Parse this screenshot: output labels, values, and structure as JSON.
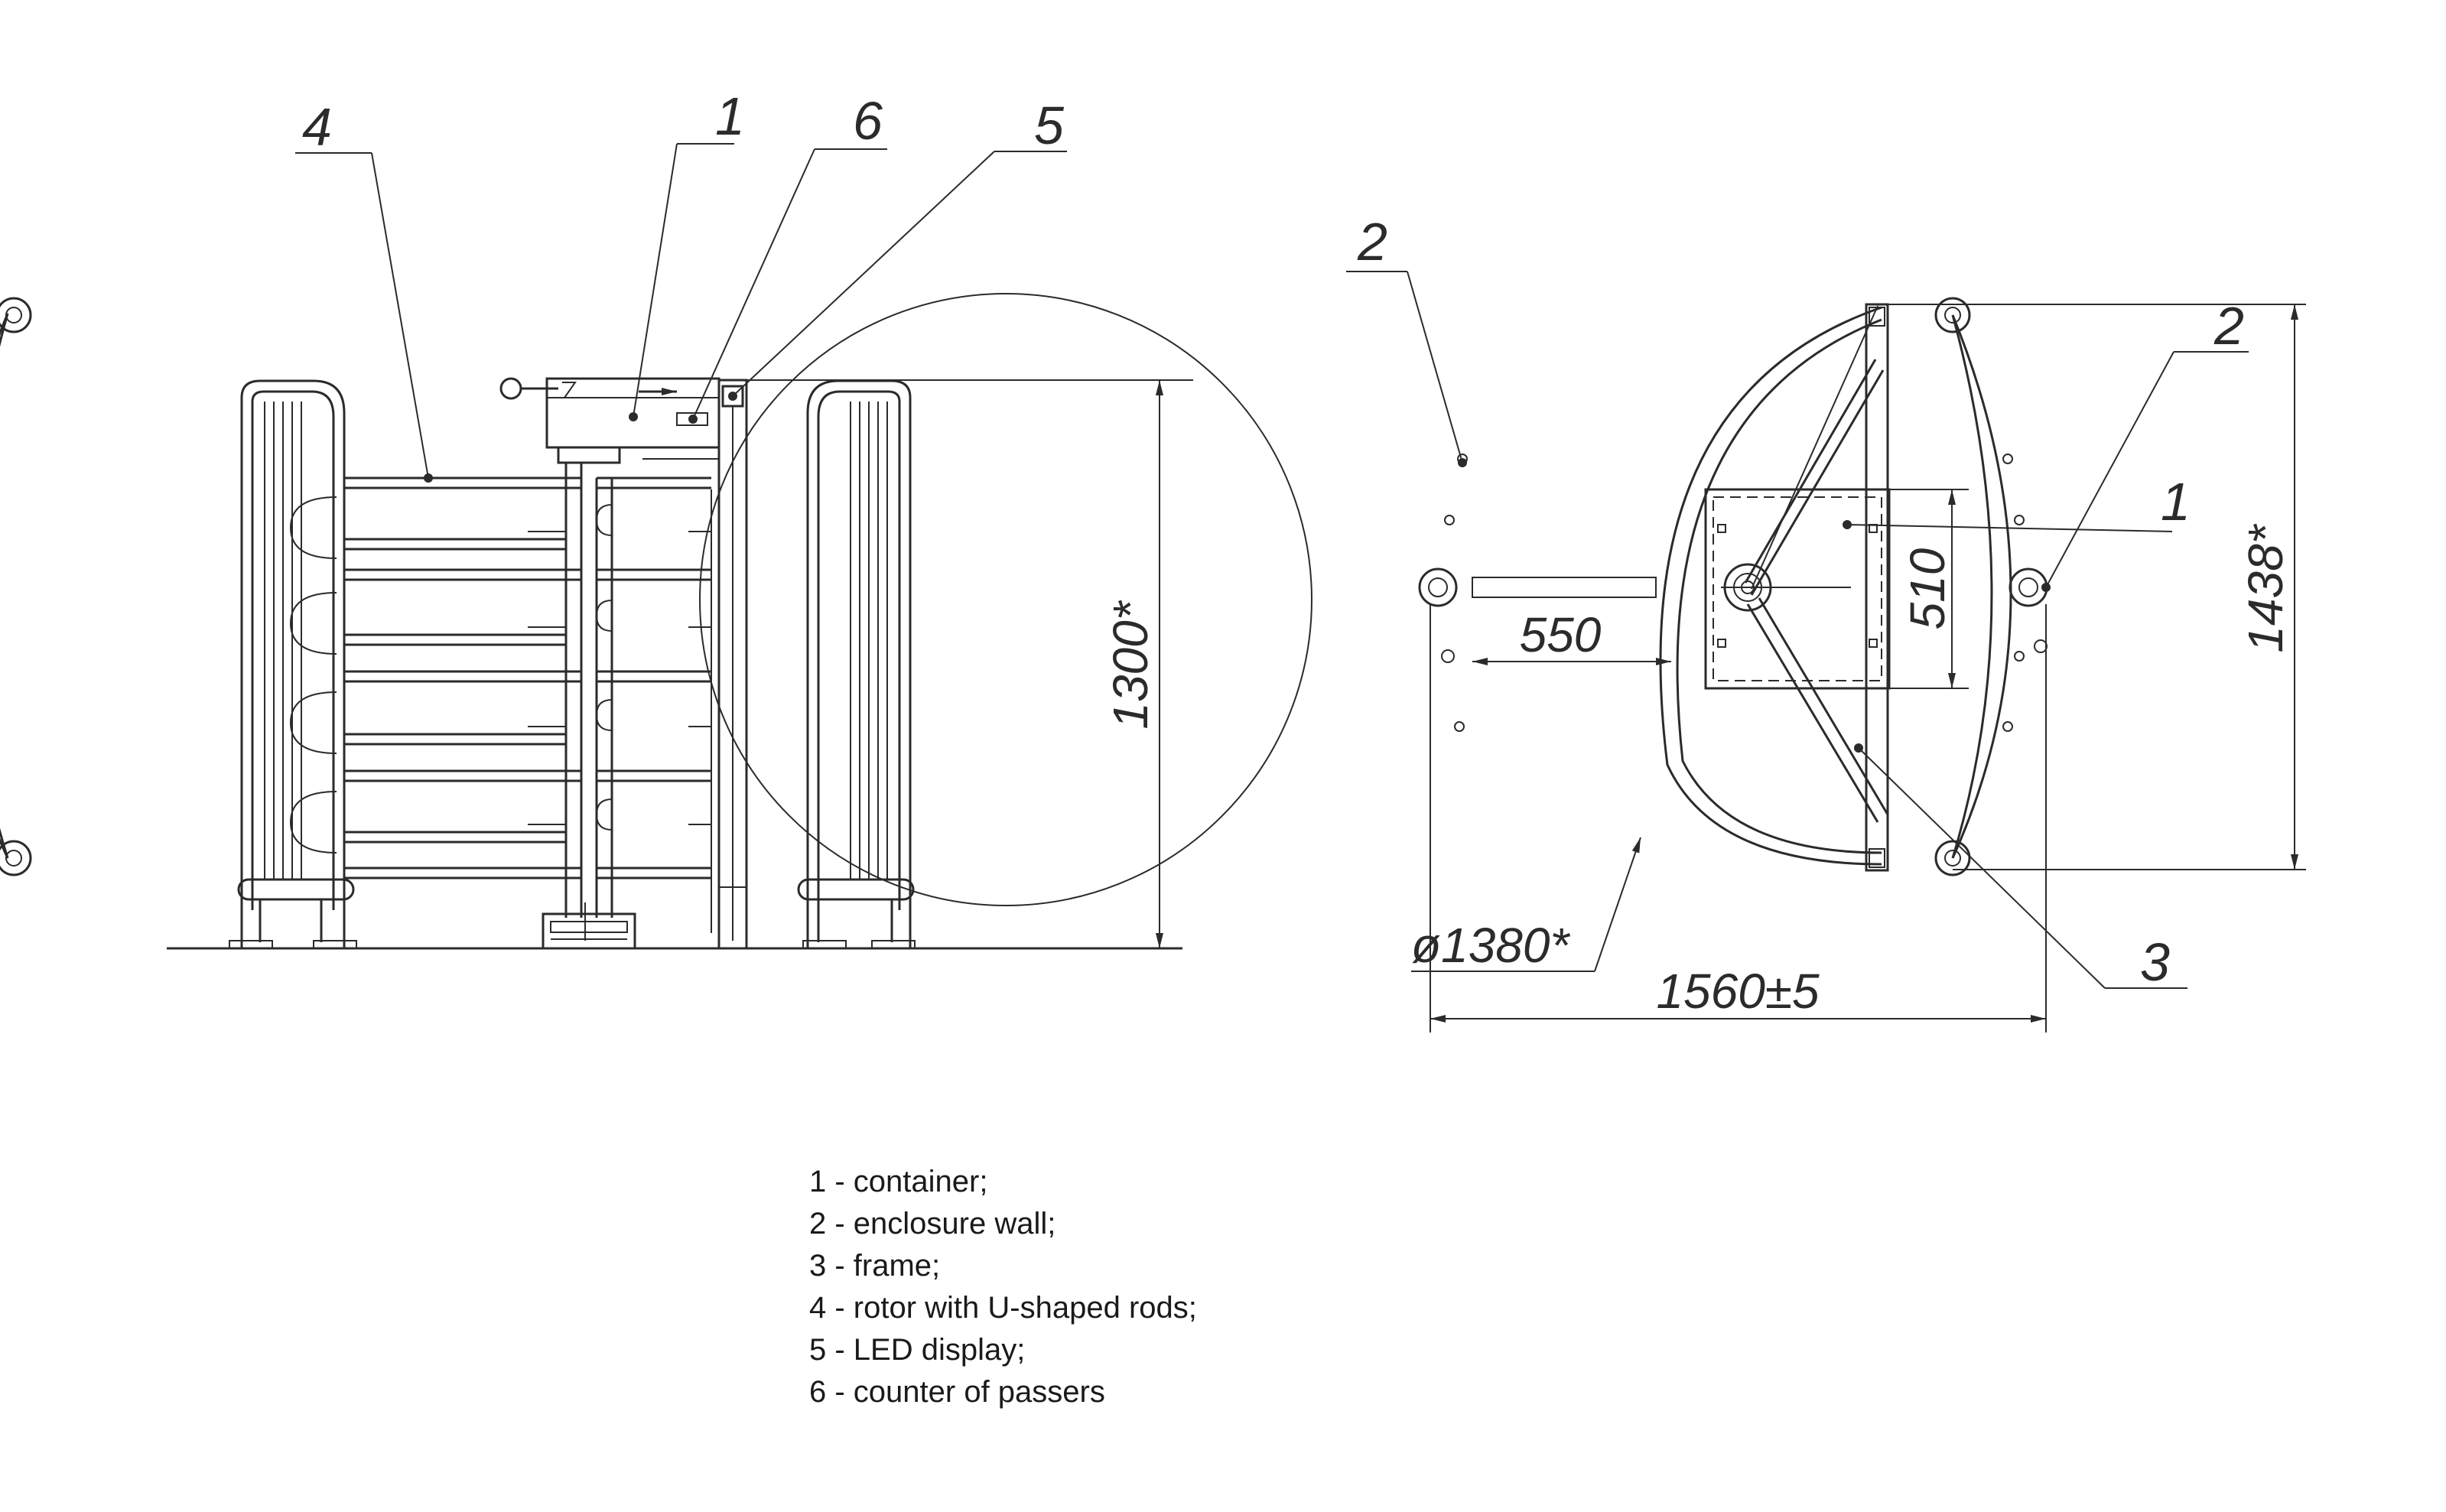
{
  "front_view": {
    "callouts": [
      "4",
      "1",
      "6",
      "5"
    ],
    "height_dimension": "1300*"
  },
  "plan_view": {
    "callouts": {
      "wall_left": "2",
      "wall_right": "2",
      "container": "1",
      "frame": "3"
    },
    "dimensions": {
      "arm_length": "550",
      "container_depth": "510",
      "height_total": "1438*",
      "diameter": "ø1380*",
      "width_total": "1560±5"
    }
  },
  "legend": [
    "1 - container;",
    "2 - enclosure wall;",
    "3 - frame;",
    "4 - rotor with U-shaped rods;",
    "5 - LED display;",
    "6 - counter of passers"
  ]
}
